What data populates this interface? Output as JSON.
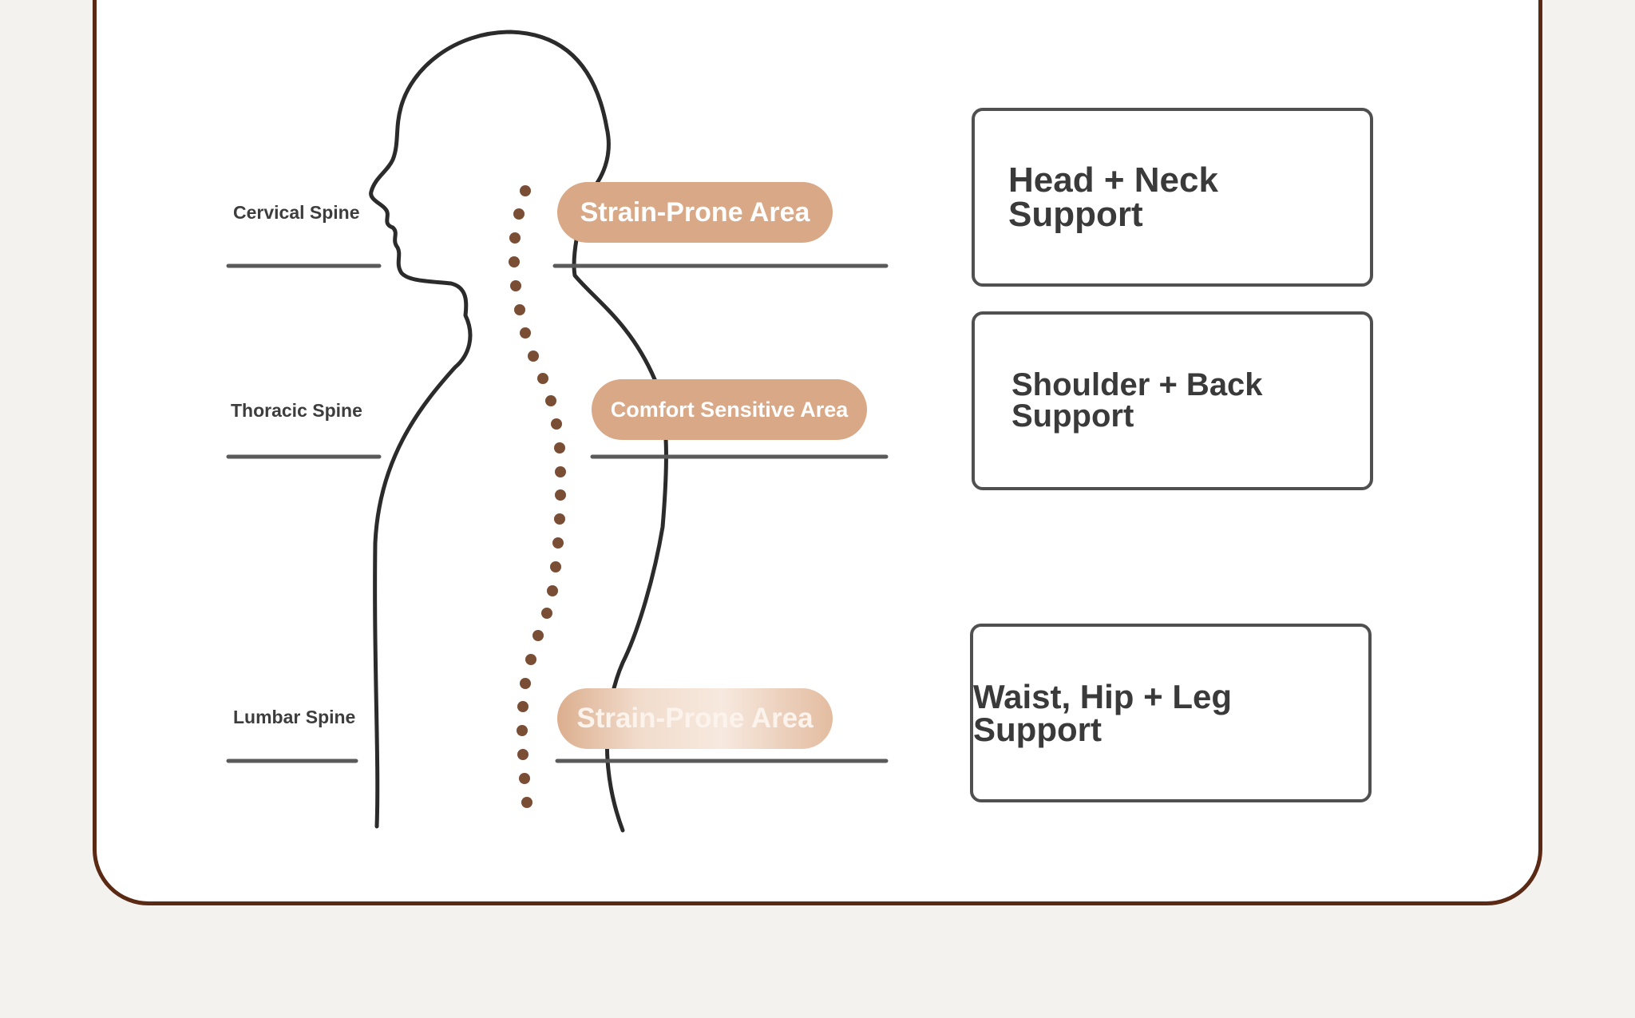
{
  "spine_labels": {
    "cervical": "Cervical Spine",
    "thoracic": "Thoracic Spine",
    "lumbar": "Lumbar Spine"
  },
  "areas": {
    "cervical": "Strain-Prone Area",
    "thoracic": "Comfort Sensitive Area",
    "lumbar": "Strain-Prone Area"
  },
  "support": {
    "head": "Head + Neck Support",
    "shoulder": "Shoulder + Back Support",
    "waist": "Waist, Hip + Leg Support"
  },
  "colors": {
    "frame": "#5a2a14",
    "pill": "#d9a886",
    "spine_dots": "#7a4d35",
    "outline": "#2b2b2b"
  }
}
